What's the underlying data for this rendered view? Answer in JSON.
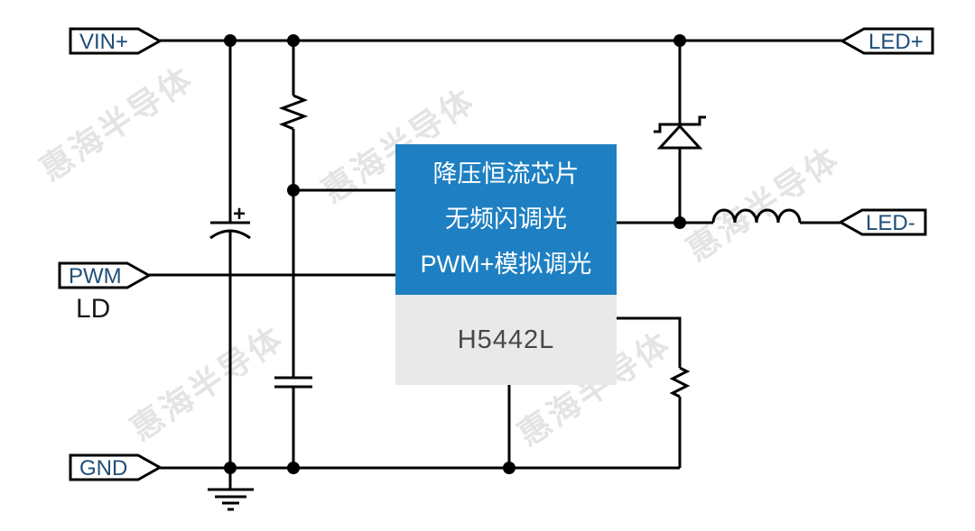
{
  "watermark": {
    "text": "惠海半导体"
  },
  "terminals": {
    "vin_plus": {
      "label": "VIN+"
    },
    "led_plus": {
      "label": "LED+"
    },
    "pwm": {
      "label": "PWM",
      "sub_label": "LD"
    },
    "gnd": {
      "label": "GND"
    },
    "led_minus": {
      "label": "LED-"
    }
  },
  "chip": {
    "features": [
      "降压恒流芯片",
      "无频闪调光",
      "PWM+模拟调光"
    ],
    "part_number": "H5442L"
  },
  "marks": {
    "capacitor_polarity": "+"
  },
  "components": [
    "input-electrolytic-capacitor",
    "top-resistor",
    "ceramic-capacitor",
    "schottky-diode",
    "output-inductor",
    "current-sense-resistor",
    "earth-ground"
  ],
  "colors": {
    "feature_box_background": "#1e80c2",
    "feature_box_text": "#ffffff",
    "part_box_background": "#e9e9e9",
    "part_box_text": "#474747",
    "terminal_label_text": "#1f4e79",
    "wire": "#000000",
    "watermark": "#e4e4e4"
  }
}
